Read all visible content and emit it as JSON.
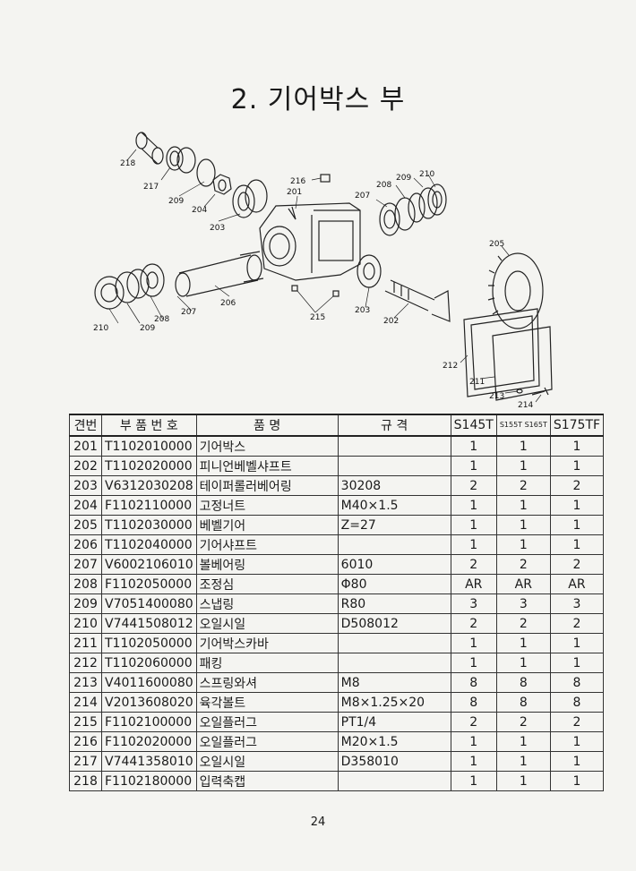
{
  "title": "2. 기어박스 부",
  "diagram": {
    "callouts": [
      "218",
      "217",
      "209",
      "204",
      "203",
      "216",
      "201",
      "207",
      "208",
      "209",
      "210",
      "205",
      "206",
      "207",
      "208",
      "209",
      "210",
      "215",
      "203",
      "202",
      "212",
      "211",
      "213",
      "214"
    ]
  },
  "table": {
    "headers": {
      "no": "견번",
      "part_number": "부 품 번 호",
      "name": "품        명",
      "spec": "규    격",
      "s145t": "S145T",
      "s155t_s165t": "S155T S165T",
      "s175tf": "S175TF"
    },
    "rows": [
      {
        "no": "201",
        "part": "T1102010000",
        "name": "기어박스",
        "spec": "",
        "q1": "1",
        "q2": "1",
        "q3": "1"
      },
      {
        "no": "202",
        "part": "T1102020000",
        "name": "피니언베벨샤프트",
        "spec": "",
        "q1": "1",
        "q2": "1",
        "q3": "1"
      },
      {
        "no": "203",
        "part": "V6312030208",
        "name": "테이퍼롤러베어링",
        "spec": "30208",
        "q1": "2",
        "q2": "2",
        "q3": "2"
      },
      {
        "no": "204",
        "part": "F1102110000",
        "name": "고정너트",
        "spec": "M40×1.5",
        "q1": "1",
        "q2": "1",
        "q3": "1"
      },
      {
        "no": "205",
        "part": "T1102030000",
        "name": "베벨기어",
        "spec": "Z=27",
        "q1": "1",
        "q2": "1",
        "q3": "1"
      },
      {
        "no": "206",
        "part": "T1102040000",
        "name": "기어샤프트",
        "spec": "",
        "q1": "1",
        "q2": "1",
        "q3": "1"
      },
      {
        "no": "207",
        "part": "V6002106010",
        "name": "볼베어링",
        "spec": "6010",
        "q1": "2",
        "q2": "2",
        "q3": "2"
      },
      {
        "no": "208",
        "part": "F1102050000",
        "name": "조정심",
        "spec": "Φ80",
        "q1": "AR",
        "q2": "AR",
        "q3": "AR"
      },
      {
        "no": "209",
        "part": "V7051400080",
        "name": "스냅링",
        "spec": "R80",
        "q1": "3",
        "q2": "3",
        "q3": "3"
      },
      {
        "no": "210",
        "part": "V7441508012",
        "name": "오일시일",
        "spec": "D508012",
        "q1": "2",
        "q2": "2",
        "q3": "2"
      },
      {
        "no": "211",
        "part": "T1102050000",
        "name": "기어박스카바",
        "spec": "",
        "q1": "1",
        "q2": "1",
        "q3": "1"
      },
      {
        "no": "212",
        "part": "T1102060000",
        "name": "패킹",
        "spec": "",
        "q1": "1",
        "q2": "1",
        "q3": "1"
      },
      {
        "no": "213",
        "part": "V4011600080",
        "name": "스프링와셔",
        "spec": "M8",
        "q1": "8",
        "q2": "8",
        "q3": "8"
      },
      {
        "no": "214",
        "part": "V2013608020",
        "name": "육각볼트",
        "spec": "M8×1.25×20",
        "q1": "8",
        "q2": "8",
        "q3": "8"
      },
      {
        "no": "215",
        "part": "F1102100000",
        "name": "오일플러그",
        "spec": "PT1/4",
        "q1": "2",
        "q2": "2",
        "q3": "2"
      },
      {
        "no": "216",
        "part": "F1102020000",
        "name": "오일플러그",
        "spec": "M20×1.5",
        "q1": "1",
        "q2": "1",
        "q3": "1"
      },
      {
        "no": "217",
        "part": "V7441358010",
        "name": "오일시일",
        "spec": "D358010",
        "q1": "1",
        "q2": "1",
        "q3": "1"
      },
      {
        "no": "218",
        "part": "F1102180000",
        "name": "입력축캡",
        "spec": "",
        "q1": "1",
        "q2": "1",
        "q3": "1"
      }
    ]
  },
  "page_number": "24"
}
